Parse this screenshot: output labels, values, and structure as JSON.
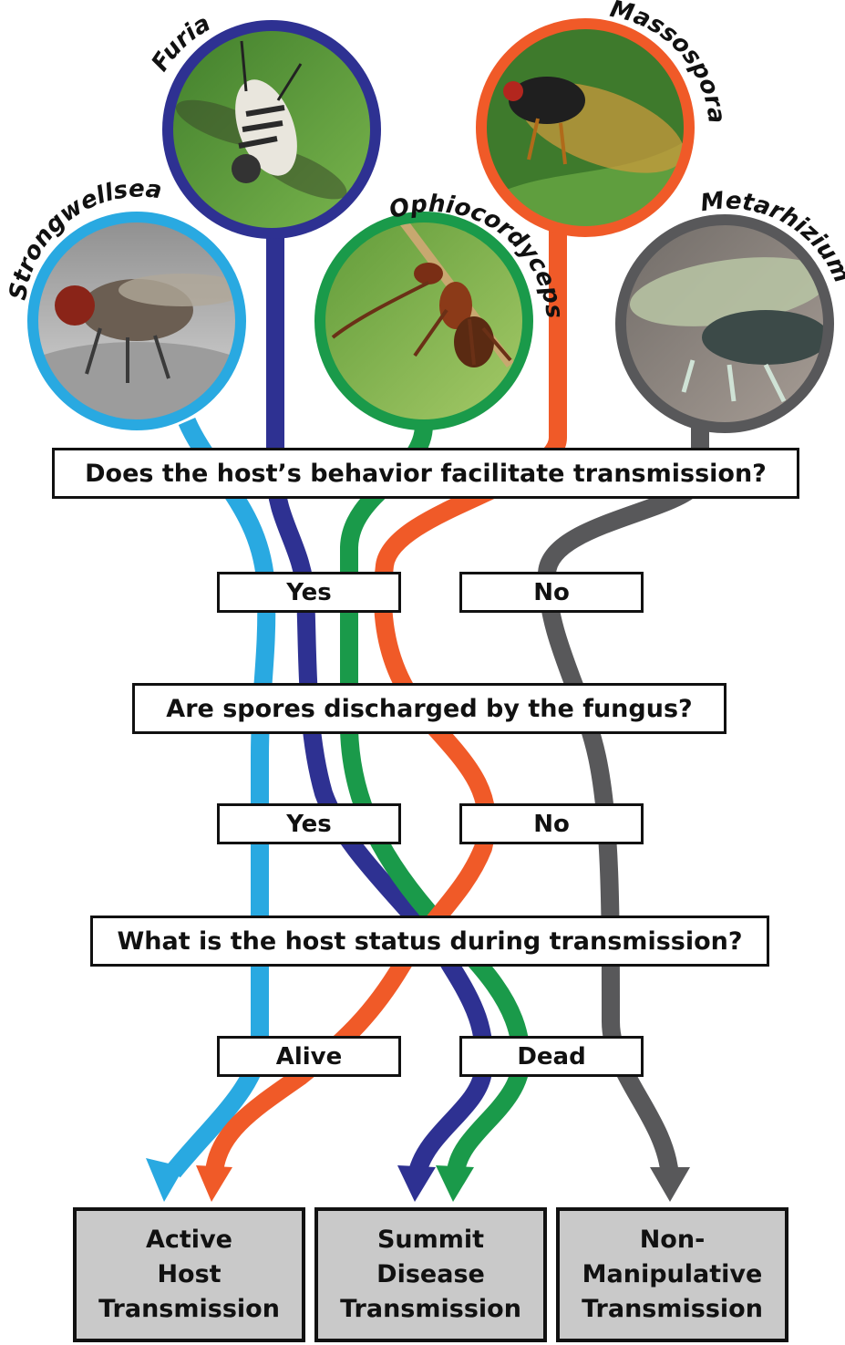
{
  "colors": {
    "strongwellsea": "#29a9e1",
    "furia": "#2e3192",
    "ophiocordyceps": "#1a9a4a",
    "massospora": "#f05a28",
    "metarhizium": "#58585a",
    "outcome_fill": "#c9c9c9"
  },
  "genera": [
    {
      "key": "strongwellsea",
      "name": "Strongwellsea",
      "icon": "fly-photo-icon"
    },
    {
      "key": "furia",
      "name": "Furia",
      "icon": "fly-photo-icon"
    },
    {
      "key": "ophiocordyceps",
      "name": "Ophiocordyceps",
      "icon": "ant-photo-icon"
    },
    {
      "key": "massospora",
      "name": "Massospora",
      "icon": "cicada-photo-icon"
    },
    {
      "key": "metarhizium",
      "name": "Metarhizium",
      "icon": "cicada-photo-icon"
    }
  ],
  "questions": {
    "q1": "Does the host’s behavior facilitate transmission?",
    "q2": "Are spores discharged by the fungus?",
    "q3": "What is the host status during transmission?"
  },
  "answers": {
    "q1_yes": "Yes",
    "q1_no": "No",
    "q2_yes": "Yes",
    "q2_no": "No",
    "q3_alive": "Alive",
    "q3_dead": "Dead"
  },
  "outcomes": {
    "active": [
      "Active",
      "Host",
      "Transmission"
    ],
    "summit": [
      "Summit",
      "Disease",
      "Transmission"
    ],
    "nonmanip": [
      "Non-",
      "Manipulative",
      "Transmission"
    ]
  }
}
